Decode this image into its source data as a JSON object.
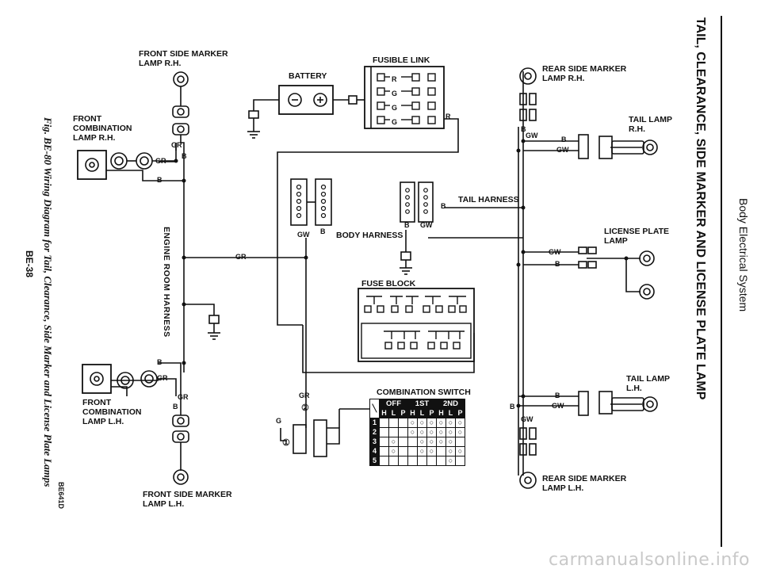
{
  "page": {
    "side_title": "TAIL, CLEARANCE, SIDE MARKER AND LICENSE PLATE LAMP",
    "section": "Body Electrical System",
    "caption": "Fig. BE-80 Wiring Diagram for Tail, Clearance, Side Marker and License Plate Lamps",
    "page_number": "BE-38",
    "figure_code": "BE641D",
    "watermark": "carmanualsonline.info"
  },
  "components": {
    "front_side_marker_rh": "FRONT SIDE MARKER\nLAMP R.H.",
    "front_combination_rh": "FRONT\nCOMBINATION\nLAMP R.H.",
    "battery": "BATTERY",
    "fusible_link": "FUSIBLE LINK",
    "rear_side_marker_rh": "REAR SIDE MARKER\nLAMP R.H.",
    "tail_lamp_rh": "TAIL LAMP\nR.H.",
    "engine_room_harness": "ENGINE ROOM HARNESS",
    "tail_harness": "TAIL HARNESS",
    "body_harness": "BODY HARNESS",
    "license_plate_lamp": "LICENSE PLATE\nLAMP",
    "fuse_block": "FUSE BLOCK",
    "combination_switch": "COMBINATION SWITCH",
    "tail_lamp_lh": "TAIL LAMP\nL.H.",
    "front_combination_lh": "FRONT\nCOMBINATION\nLAMP L.H.",
    "front_side_marker_lh": "FRONT SIDE MARKER\nLAMP L.H.",
    "rear_side_marker_lh": "REAR SIDE MARKER\nLAMP L.H."
  },
  "wire_colors": {
    "gr": "GR",
    "b": "B",
    "gw": "GW",
    "r": "R",
    "g": "G"
  },
  "combination_switch": {
    "positions": [
      "OFF",
      "1ST",
      "2ND"
    ],
    "sub_headers": [
      "H",
      "L",
      "P",
      "H",
      "L",
      "P",
      "H",
      "L",
      "P"
    ],
    "rows": [
      "1",
      "2",
      "3",
      "4",
      "5"
    ],
    "terminal_g": "①",
    "terminal_gr": "②"
  }
}
